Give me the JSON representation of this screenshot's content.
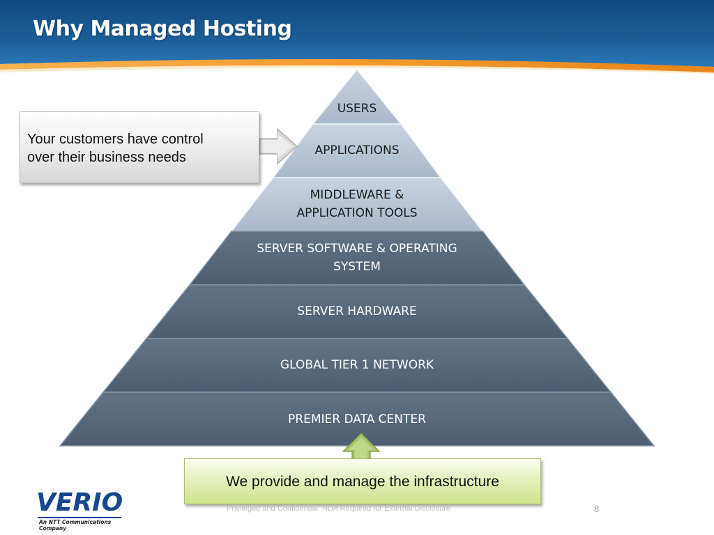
{
  "slide": {
    "title": "Why Managed Hosting"
  },
  "colors": {
    "banner_blue": "#1b5e99",
    "accent_orange": "#f39a2c",
    "layer_light": "#b6c4d4",
    "layer_dark": "#56677a",
    "callout_green": "#e2efb4",
    "logo_blue": "#16478f"
  },
  "pyramid": {
    "layers": [
      {
        "label": "USERS",
        "tone": "light"
      },
      {
        "label": "APPLICATIONS",
        "tone": "light"
      },
      {
        "label": "MIDDLEWARE &\nAPPLICATION TOOLS",
        "tone": "light"
      },
      {
        "label": "SERVER SOFTWARE & OPERATING\nSYSTEM",
        "tone": "dark"
      },
      {
        "label": "SERVER HARDWARE",
        "tone": "dark"
      },
      {
        "label": "GLOBAL TIER 1 NETWORK",
        "tone": "dark"
      },
      {
        "label": "PREMIER DATA CENTER",
        "tone": "dark"
      }
    ]
  },
  "callouts": {
    "customer_control": "Your customers have control\nover  their business needs",
    "provider_manage": "We provide and manage the infrastructure"
  },
  "footer": {
    "logo_word": "VERIO",
    "logo_tagline": "An NTT Communications Company",
    "confidential": "Privileged and Confidential: NDA Required for External Disclosure",
    "page_number": "8"
  },
  "icons": {
    "right_arrow": "right-arrow-icon",
    "up_arrow": "up-arrow-icon"
  }
}
